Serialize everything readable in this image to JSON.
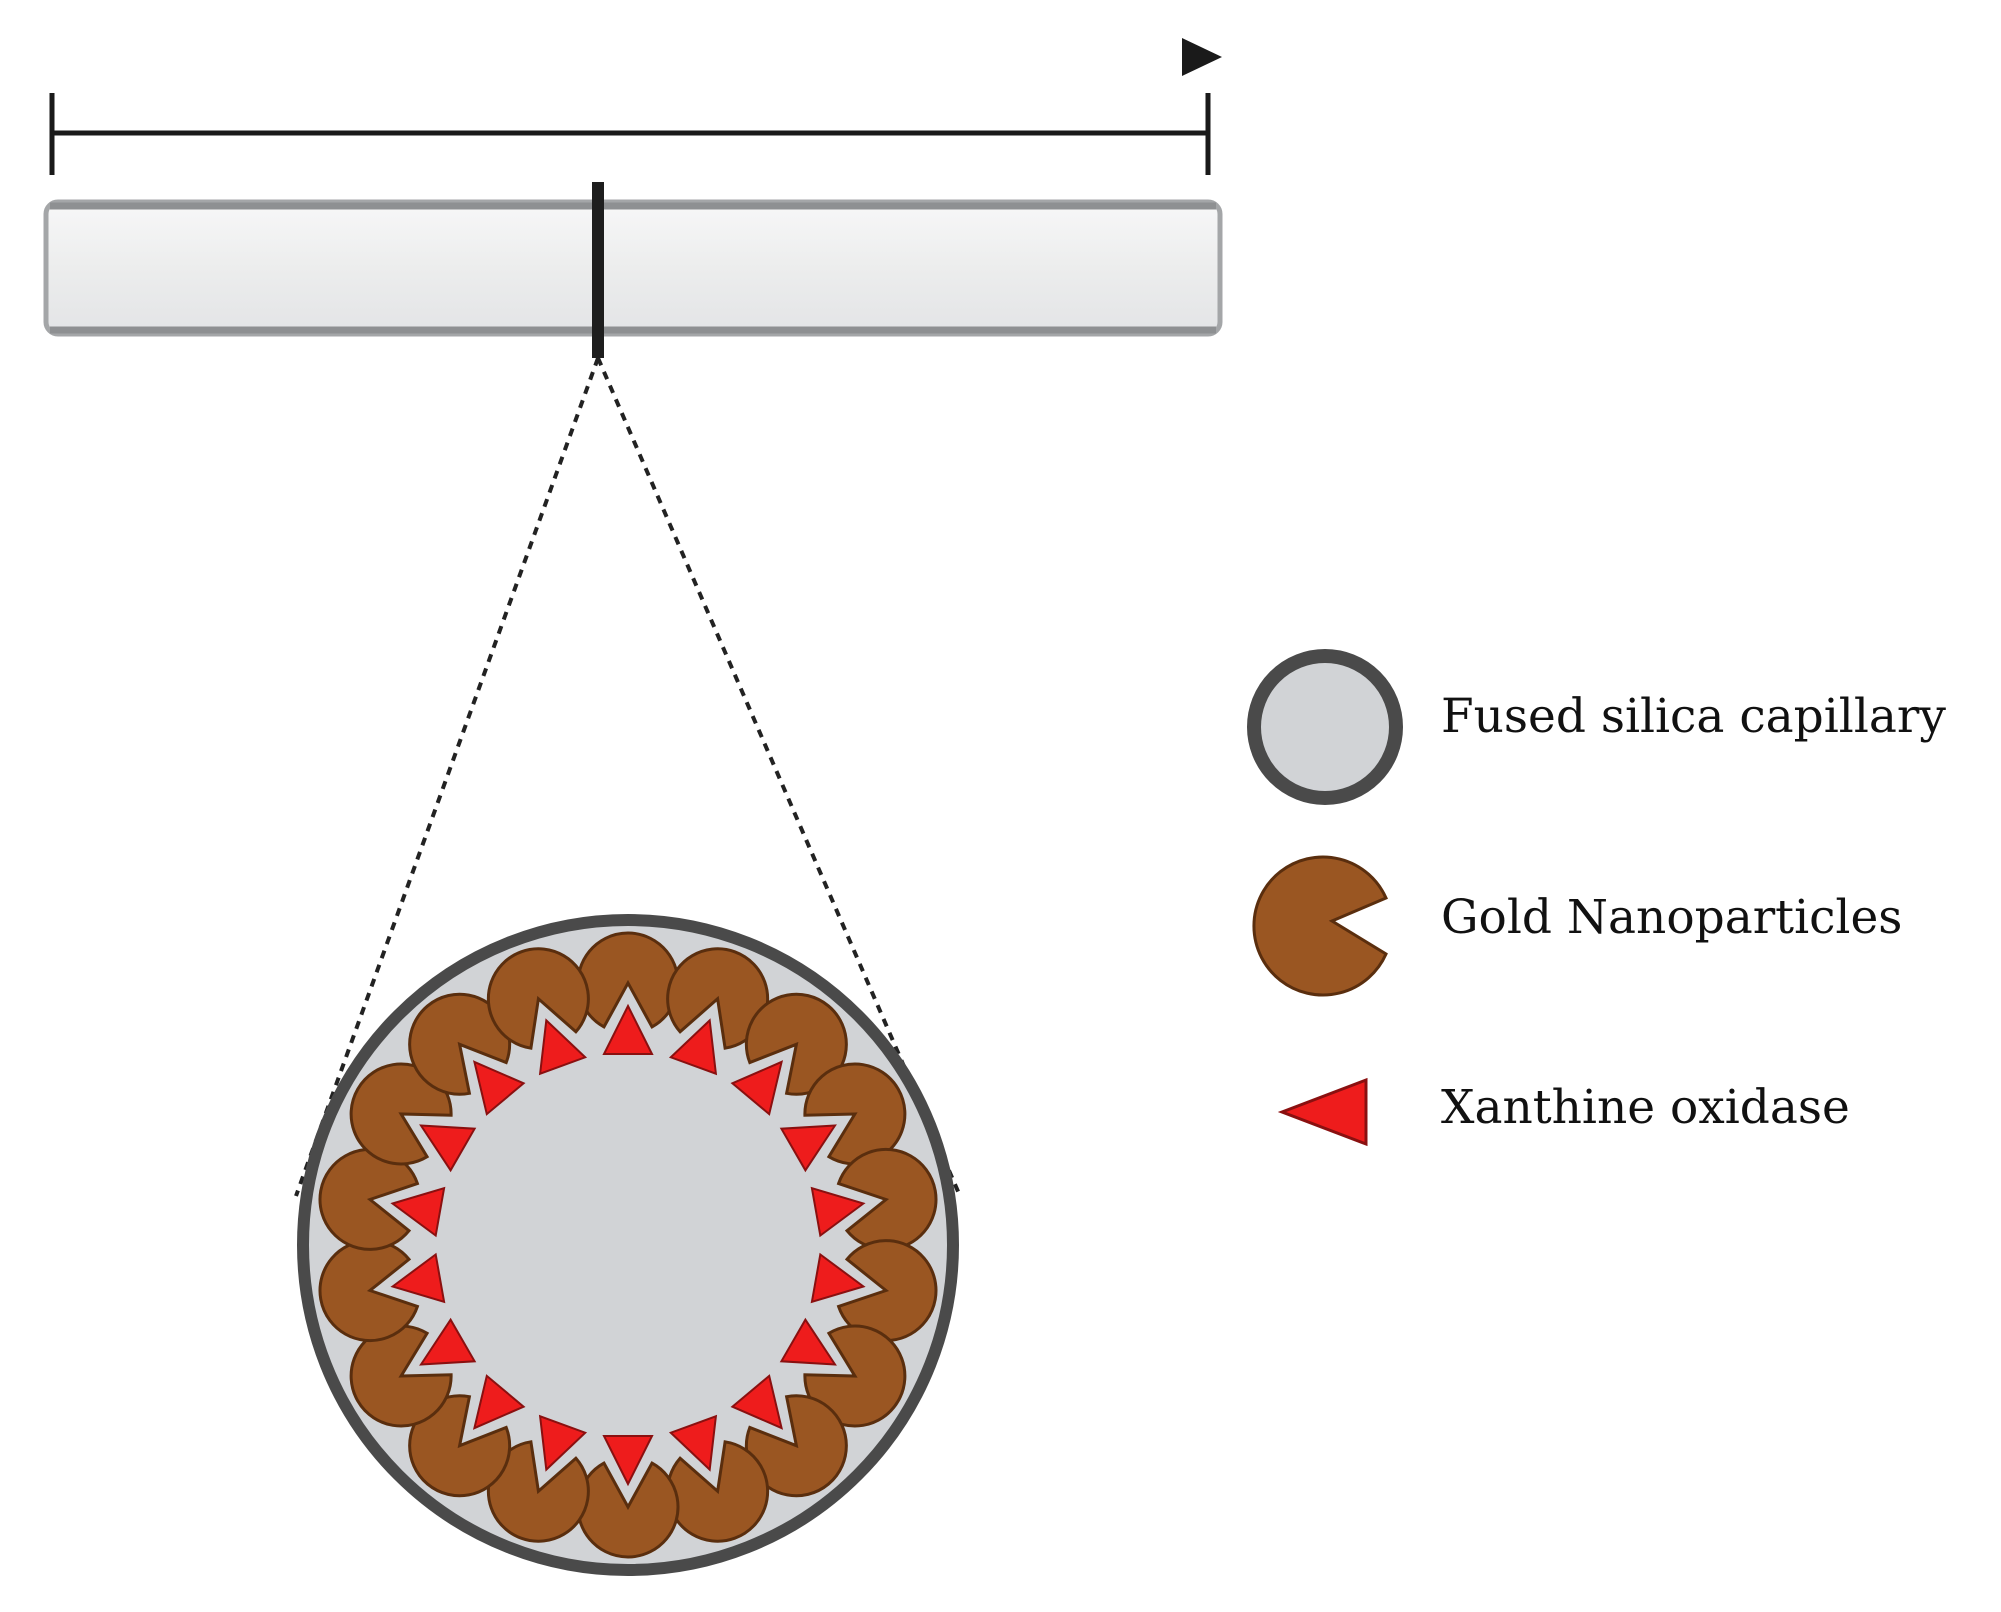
{
  "colors": {
    "capillary_fill": "#d1d3d6",
    "capillary_wall": "#4a4a4a",
    "tube_fill": "#eeeff0",
    "tube_wall": "#9a9c9e",
    "gold_fill": "#9a5622",
    "gold_outline": "#5a2e0e",
    "enzyme_fill": "#ee1c1c",
    "enzyme_outline": "#8a1010",
    "arrow": "#1a1a1a"
  },
  "icons": {
    "capillary": "filled-circle-icon",
    "nanoparticle": "pacman-icon",
    "enzyme": "triangle-icon"
  },
  "cross_section": {
    "nanoparticle_count": 18
  },
  "legend": {
    "items": [
      {
        "icon": "capillary-legend-icon",
        "label": "Fused silica capillary"
      },
      {
        "icon": "gold-nanoparticle-legend-icon",
        "label": "Gold Nanoparticles"
      },
      {
        "icon": "xanthine-oxidase-legend-icon",
        "label": "Xanthine oxidase"
      }
    ]
  }
}
